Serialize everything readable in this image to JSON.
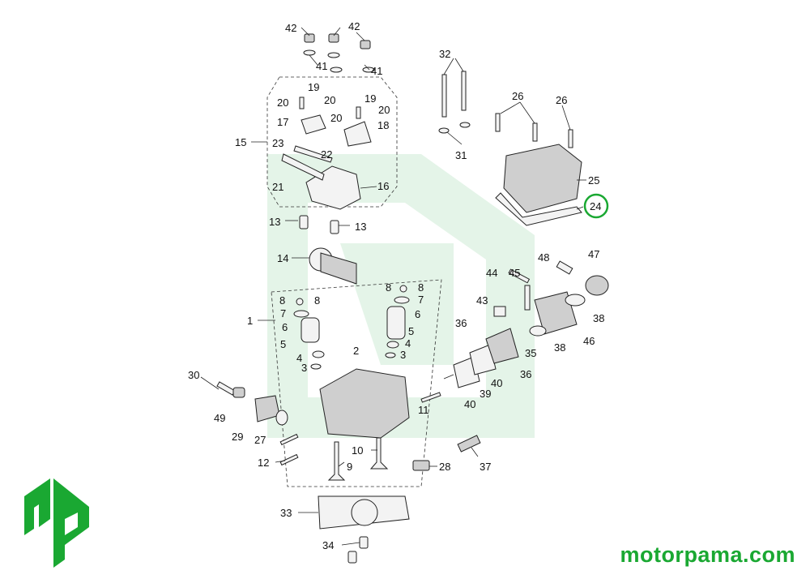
{
  "brand": {
    "site_url": "motorpama.com",
    "logo_text": "mp",
    "accent_color": "#1aa832"
  },
  "diagram": {
    "highlighted_part": "24",
    "parts": [
      {
        "id": "p42a",
        "label": "42"
      },
      {
        "id": "p42b",
        "label": "42"
      },
      {
        "id": "p41a",
        "label": "41"
      },
      {
        "id": "p41b",
        "label": "41"
      },
      {
        "id": "p19a",
        "label": "19"
      },
      {
        "id": "p20a",
        "label": "20"
      },
      {
        "id": "p20b",
        "label": "20"
      },
      {
        "id": "p17",
        "label": "17"
      },
      {
        "id": "p19b",
        "label": "19"
      },
      {
        "id": "p20c",
        "label": "20"
      },
      {
        "id": "p20d",
        "label": "20"
      },
      {
        "id": "p18",
        "label": "18"
      },
      {
        "id": "p15",
        "label": "15"
      },
      {
        "id": "p23",
        "label": "23"
      },
      {
        "id": "p22",
        "label": "22"
      },
      {
        "id": "p21",
        "label": "21"
      },
      {
        "id": "p16",
        "label": "16"
      },
      {
        "id": "p13a",
        "label": "13"
      },
      {
        "id": "p13b",
        "label": "13"
      },
      {
        "id": "p14",
        "label": "14"
      },
      {
        "id": "p32",
        "label": "32"
      },
      {
        "id": "p31",
        "label": "31"
      },
      {
        "id": "p26a",
        "label": "26"
      },
      {
        "id": "p26b",
        "label": "26"
      },
      {
        "id": "p25",
        "label": "25"
      },
      {
        "id": "p24",
        "label": "24"
      },
      {
        "id": "p1",
        "label": "1"
      },
      {
        "id": "p8a",
        "label": "8"
      },
      {
        "id": "p8b",
        "label": "8"
      },
      {
        "id": "p8c",
        "label": "8"
      },
      {
        "id": "p8d",
        "label": "8"
      },
      {
        "id": "p7a",
        "label": "7"
      },
      {
        "id": "p7b",
        "label": "7"
      },
      {
        "id": "p6a",
        "label": "6"
      },
      {
        "id": "p6b",
        "label": "6"
      },
      {
        "id": "p5a",
        "label": "5"
      },
      {
        "id": "p5b",
        "label": "5"
      },
      {
        "id": "p4a",
        "label": "4"
      },
      {
        "id": "p4b",
        "label": "4"
      },
      {
        "id": "p3a",
        "label": "3"
      },
      {
        "id": "p3b",
        "label": "3"
      },
      {
        "id": "p2",
        "label": "2"
      },
      {
        "id": "p44",
        "label": "44"
      },
      {
        "id": "p45",
        "label": "45"
      },
      {
        "id": "p48",
        "label": "48"
      },
      {
        "id": "p47",
        "label": "47"
      },
      {
        "id": "p43",
        "label": "43"
      },
      {
        "id": "p38a",
        "label": "38"
      },
      {
        "id": "p38b",
        "label": "38"
      },
      {
        "id": "p46",
        "label": "46"
      },
      {
        "id": "p36a",
        "label": "36"
      },
      {
        "id": "p36b",
        "label": "36"
      },
      {
        "id": "p35",
        "label": "35"
      },
      {
        "id": "p40a",
        "label": "40"
      },
      {
        "id": "p40b",
        "label": "40"
      },
      {
        "id": "p39",
        "label": "39"
      },
      {
        "id": "p11",
        "label": "11"
      },
      {
        "id": "p30",
        "label": "30"
      },
      {
        "id": "p49",
        "label": "49"
      },
      {
        "id": "p29",
        "label": "29"
      },
      {
        "id": "p27",
        "label": "27"
      },
      {
        "id": "p12",
        "label": "12"
      },
      {
        "id": "p10",
        "label": "10"
      },
      {
        "id": "p9",
        "label": "9"
      },
      {
        "id": "p37",
        "label": "37"
      },
      {
        "id": "p28",
        "label": "28"
      },
      {
        "id": "p33",
        "label": "33"
      },
      {
        "id": "p34",
        "label": "34"
      }
    ]
  }
}
